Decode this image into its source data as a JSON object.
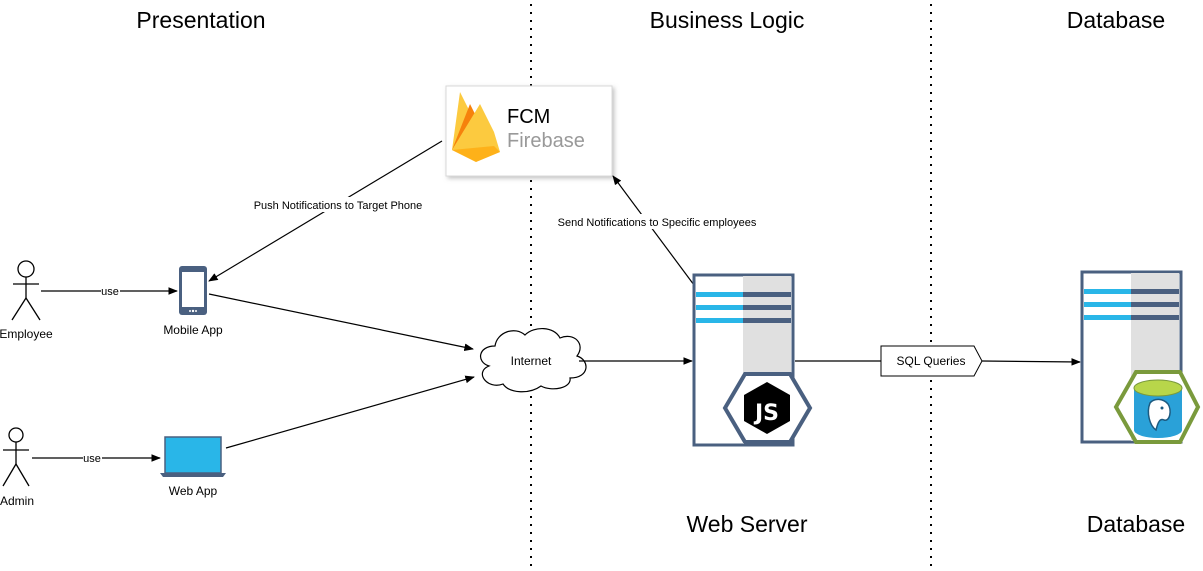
{
  "lanes": {
    "presentation": "Presentation",
    "business_logic": "Business Logic",
    "database": "Database"
  },
  "actors": {
    "employee": "Employee",
    "admin": "Admin"
  },
  "nodes": {
    "mobile_app": "Mobile App",
    "web_app": "Web App",
    "internet": "Internet",
    "fcm_title": "FCM",
    "fcm_subtitle": "Firebase",
    "web_server": "Web Server",
    "database": "Database",
    "sql_queries": "SQL Queries"
  },
  "edges": {
    "employee_use": "use",
    "admin_use": "use",
    "push_notifications": "Push Notifications to Target Phone",
    "send_notifications": "Send Notifications to Specific employees"
  },
  "colors": {
    "server_frame": "#4a6080",
    "server_stripe_blue": "#29b6e8",
    "server_stripe_dark": "#4a6080",
    "server_shade": "#e0e0e0",
    "nodejs_hex": "#4a6080",
    "postgres_hex": "#7a9a3c",
    "postgres_cyl": "#2aa1d8",
    "firebase_yellow": "#fcca3f",
    "firebase_orange": "#f6820c",
    "laptop_blue": "#29b6e8"
  }
}
